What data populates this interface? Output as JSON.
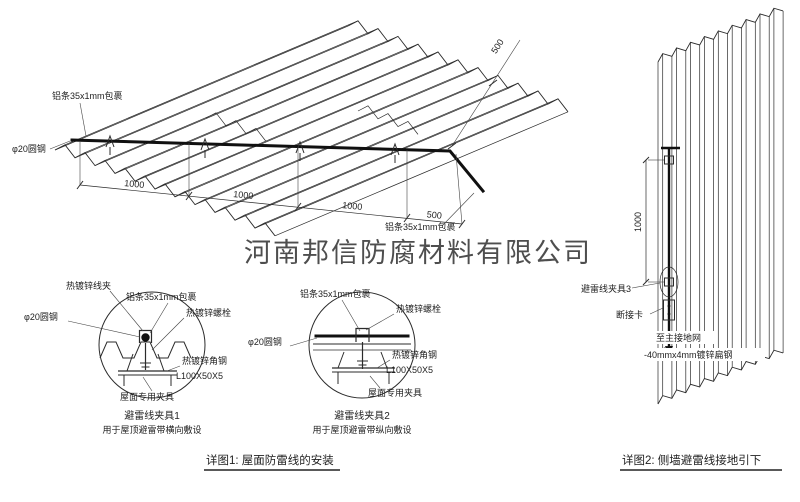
{
  "watermark": "河南邦信防腐材料有限公司",
  "colors": {
    "ink": "#2b2b2b",
    "red": "#cc3a28",
    "watermark": "#9a9a9a"
  },
  "roof": {
    "strip_label_left": "铝条35x1mm包裹",
    "strip_label_right": "铝条35x1mm包裹",
    "rod_label": "φ20圆钢",
    "dims": [
      "1000",
      "1000",
      "1000",
      "500"
    ],
    "dim_side": "500"
  },
  "clamp_detail_1": {
    "wire_clip": "热镀锌线夹",
    "strip": "铝条35x1mm包裹",
    "bolt": "热镀锌螺栓",
    "rod": "φ20圆钢",
    "angle": "热镀锌角钢",
    "angle_size": "L100X50X5",
    "roof_fixture": "屋面专用夹具",
    "name": "避雷线夹具1",
    "usage": "用于屋顶避雷带横向敷设"
  },
  "clamp_detail_2": {
    "strip": "铝条35x1mm包裹",
    "bolt": "热镀锌螺栓",
    "rod": "φ20圆钢",
    "angle": "热镀锌角钢",
    "angle_size": "L100X50X5",
    "roof_fixture": "屋面专用夹具",
    "name": "避雷线夹具2",
    "usage": "用于屋顶避雷带纵向敷设"
  },
  "wall": {
    "clamp3": "避雷线夹具3",
    "break_card": "断接卡",
    "to_ground": "至主接地网",
    "flat_steel": "-40mmx4mm镀锌扁钢",
    "dim": "1000"
  },
  "titles": {
    "detail1": "详图1: 屋面防雷线的安装",
    "detail2": "详图2: 侧墙避雷线接地引下"
  }
}
